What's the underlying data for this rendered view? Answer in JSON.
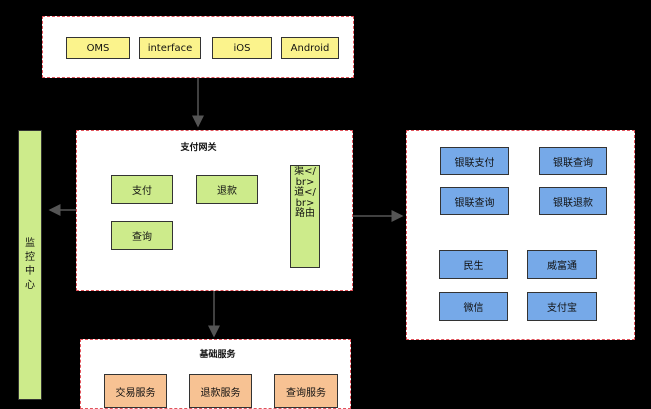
{
  "clients": [
    "OMS",
    "interface",
    "iOS",
    "Android"
  ],
  "gateway": {
    "title": "支付网关",
    "pay": "支付",
    "refund": "退款",
    "query": "查询",
    "channel_route": "渠</br>道</br>路由"
  },
  "channels": {
    "unionpay_pay": "银联支付",
    "unionpay_query_1": "银联查询",
    "unionpay_query_2": "银联查询",
    "unionpay_refund": "银联退款",
    "minsheng": "民生",
    "weifutong": "威富通",
    "wechat": "微信",
    "alipay": "支付宝"
  },
  "monitor": [
    "监",
    "控",
    "中",
    "心"
  ],
  "basic": {
    "title": "基础服务",
    "trade": "交易服务",
    "refund": "退款服务",
    "query": "查询服务"
  }
}
